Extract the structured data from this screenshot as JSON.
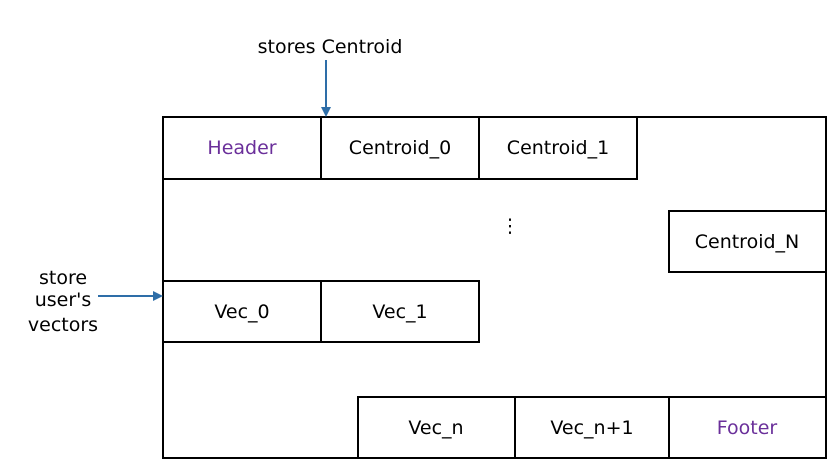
{
  "annotations": {
    "centroid_note": "stores Centroid",
    "vectors_note": [
      "store",
      "user's",
      "vectors"
    ],
    "ellipsis": "⋮"
  },
  "cells": {
    "header": "Header",
    "centroid_0": "Centroid_0",
    "centroid_1": "Centroid_1",
    "centroid_n": "Centroid_N",
    "vec_0": "Vec_0",
    "vec_1": "Vec_1",
    "vec_n": "Vec_n",
    "vec_n1": "Vec_n+1",
    "footer": "Footer"
  },
  "colors": {
    "arrow": "#2e6ea8",
    "accent_text": "#6a2f9a",
    "border": "#000000"
  }
}
